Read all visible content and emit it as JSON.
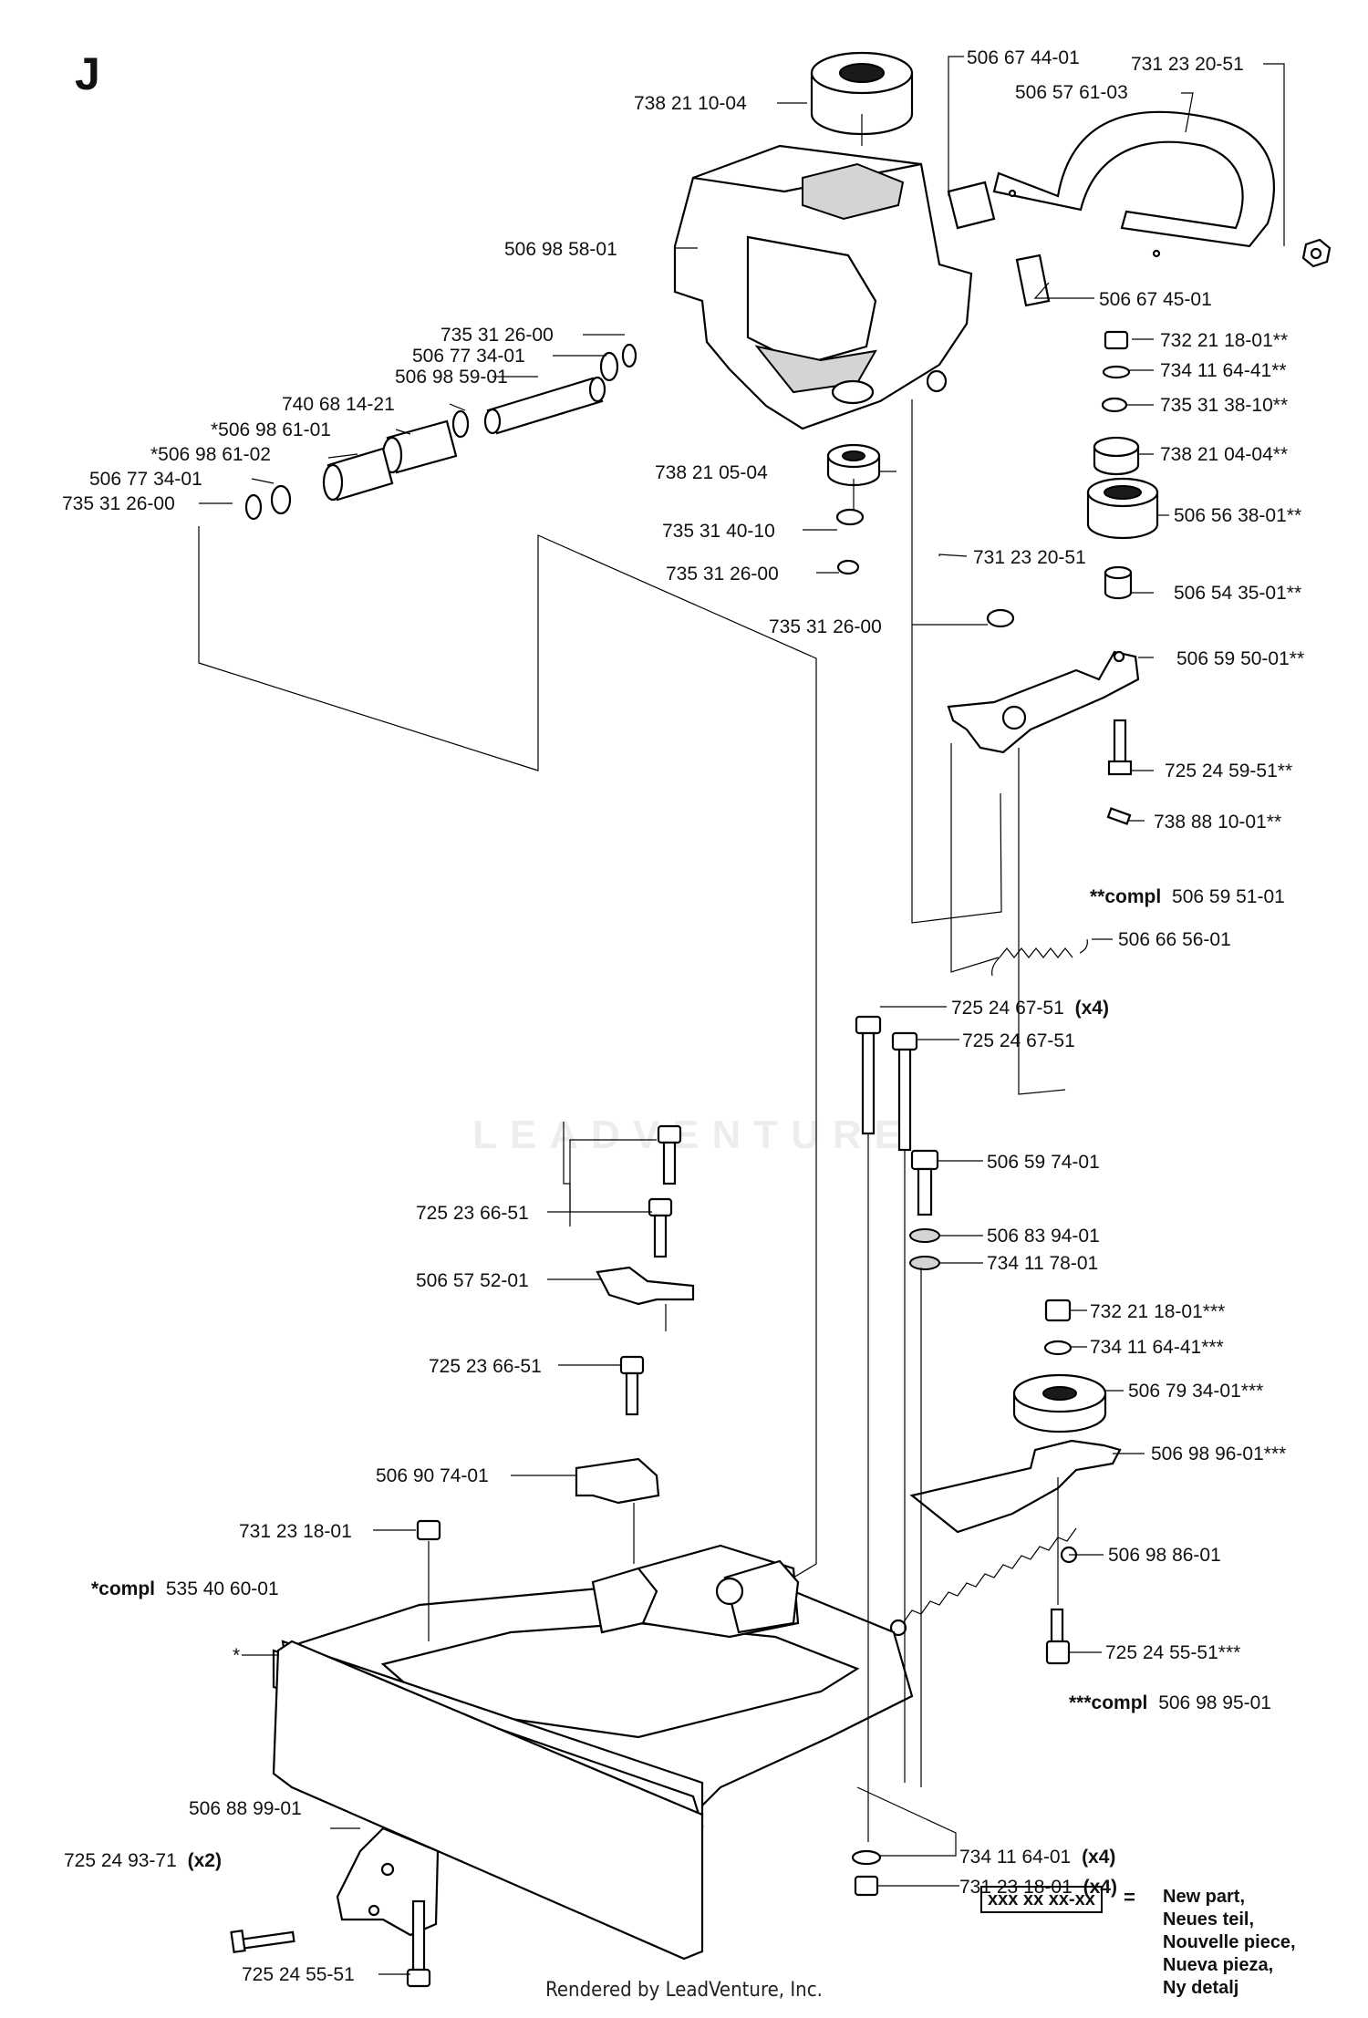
{
  "section_letter": "J",
  "watermark": "LEADVENTURE",
  "footer": "Rendered by LeadVenture, Inc.",
  "compl_notes": [
    {
      "prefix": "**compl",
      "number": "506 59 51-01"
    },
    {
      "prefix": "*compl",
      "number": "535 40 60-01"
    },
    {
      "prefix": "***compl",
      "number": "506 98 95-01"
    }
  ],
  "legend": {
    "box": "xxx xx xx-xx",
    "equals": "=",
    "lines": [
      "New part,",
      "Neues teil,",
      "Nouvelle piece,",
      "Nueva pieza,",
      "Ny detalj"
    ]
  },
  "labels": {
    "l01": "506 67 44-01",
    "l02": "731 23 20-51",
    "l03": "506 57 61-03",
    "l04": "738 21 10-04",
    "l05": "506 98 58-01",
    "l06": "506 67 45-01",
    "l07": "735 31 26-00",
    "l08": "506 77 34-01",
    "l09": "506 98 59-01",
    "l10": "740 68 14-21",
    "l11": "*506 98 61-01",
    "l12": "*506 98 61-02",
    "l13": "506 77 34-01",
    "l14": "735 31 26-00",
    "l15": "732 21 18-01**",
    "l16": "734 11 64-41**",
    "l17": "735 31 38-10**",
    "l18": "738 21 04-04**",
    "l19": "738 21 05-04",
    "l20": "506 56 38-01**",
    "l21": "735 31 40-10",
    "l22": "731 23 20-51",
    "l23": "735 31 26-00",
    "l24": "506 54 35-01**",
    "l25": "735 31 26-00",
    "l26": "506 59 50-01**",
    "l27": "725 24 59-51**",
    "l28": "738 88 10-01**",
    "l29": "506 66 56-01",
    "l30": "725 24 67-51",
    "l30x": "(x4)",
    "l31": "725 24 67-51",
    "l32": "506 59 74-01",
    "l33": "725 23 66-51",
    "l34": "506 83 94-01",
    "l35": "734 11 78-01",
    "l36": "506 57 52-01",
    "l37": "732 21 18-01***",
    "l38": "734 11 64-41***",
    "l39": "725 23 66-51",
    "l40": "506 79 34-01***",
    "l41": "506 98 96-01***",
    "l42": "506 90 74-01",
    "l43": "731 23 18-01",
    "l44": "506 98 86-01",
    "l45": "*",
    "l46": "725 24 55-51***",
    "l47": "734 11 64-01",
    "l47x": "(x4)",
    "l48": "731 23 18-01",
    "l48x": "(x4)",
    "l49": "506 88 99-01",
    "l50": "725 24 93-71",
    "l50x": "(x2)",
    "l51": "725 24 55-51"
  }
}
